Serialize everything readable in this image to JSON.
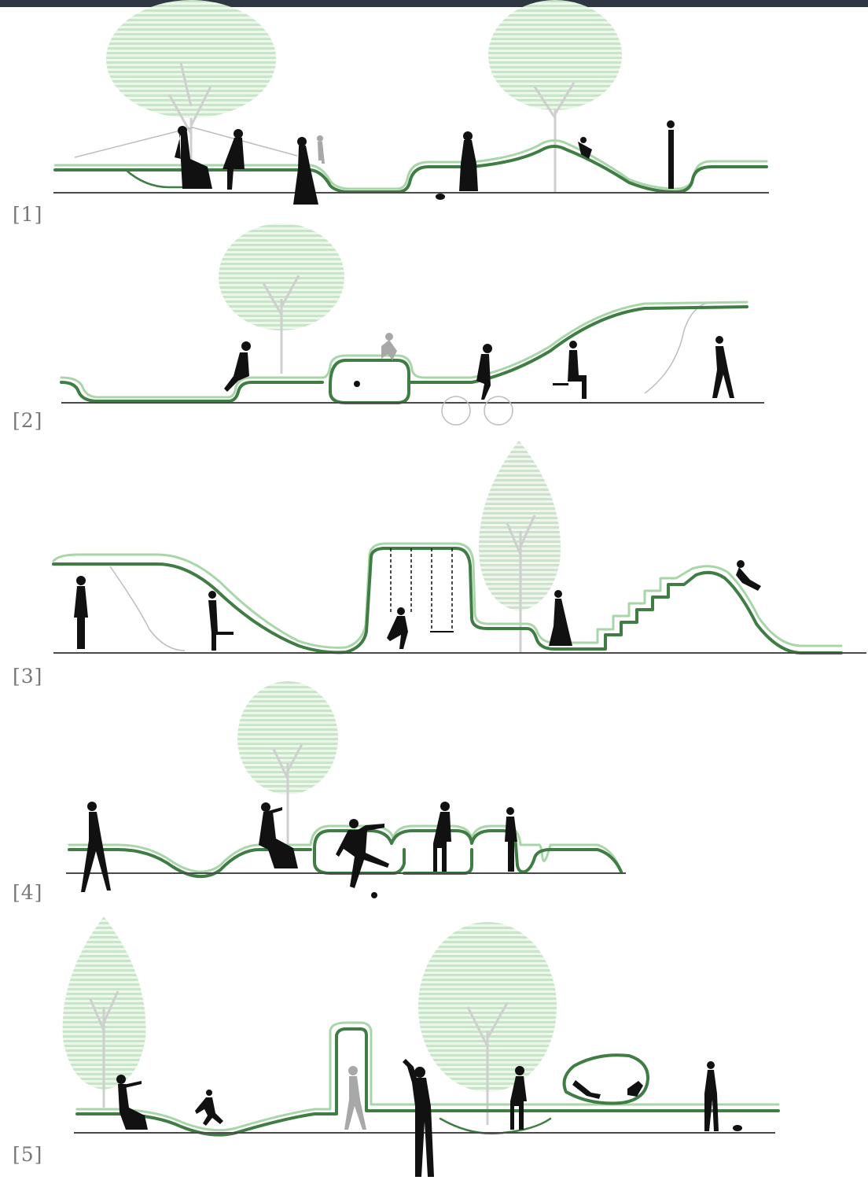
{
  "sections": [
    {
      "label": "[1]"
    },
    {
      "label": "[2]"
    },
    {
      "label": "[3]"
    },
    {
      "label": "[4]"
    },
    {
      "label": "[5]"
    }
  ],
  "colors": {
    "band_dark": "#3f7d45",
    "band_light": "#a9d6a9",
    "tree_canopy": "#cfe7cf",
    "ground": "#4a4a4a",
    "figure": "#111111",
    "header_bar": "#2f3742"
  }
}
